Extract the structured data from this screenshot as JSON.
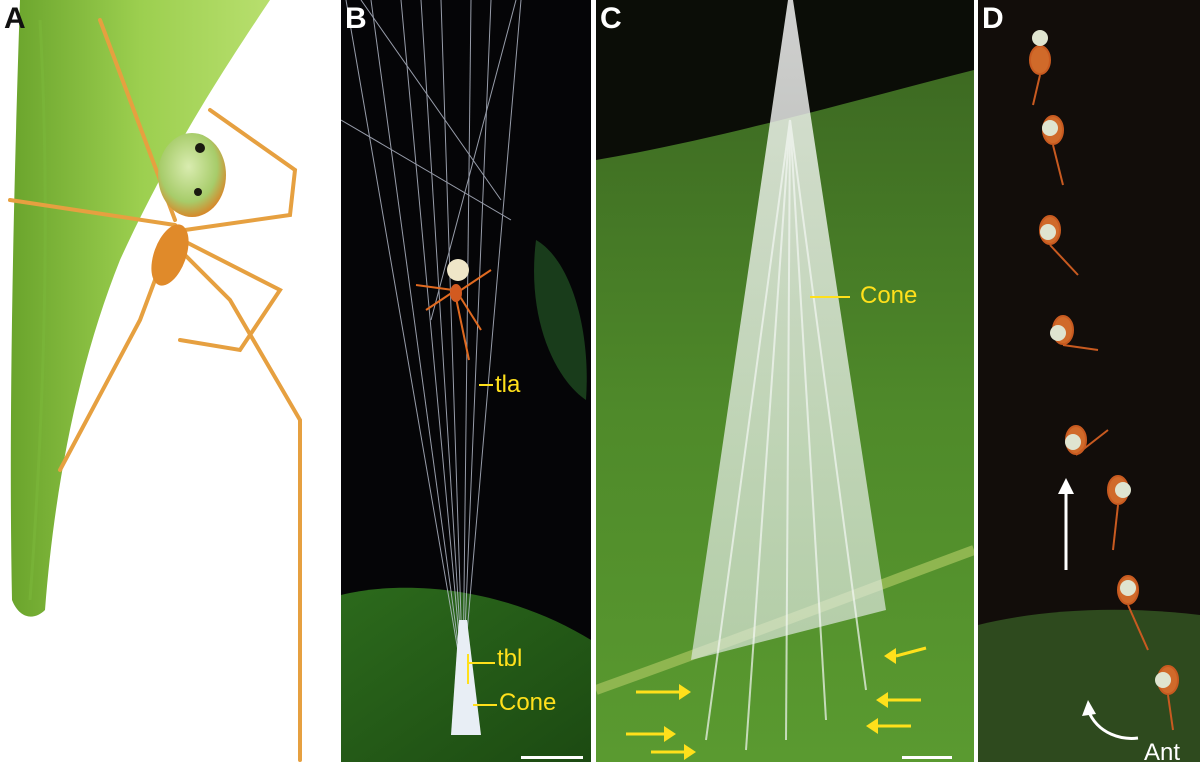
{
  "panels": {
    "a": {
      "label": "A"
    },
    "b": {
      "label": "B",
      "annotations": {
        "tla": "tla",
        "tbl": "tbl",
        "cone": "Cone"
      }
    },
    "c": {
      "label": "C",
      "annotations": {
        "cone": "Cone"
      }
    },
    "d": {
      "label": "D",
      "annotations": {
        "ant": "Ant"
      }
    }
  },
  "colors": {
    "annotation": "#ffe01b",
    "leaf": "#8cc63f",
    "spider": "#e89a3a",
    "silk": "#e8eef5"
  }
}
